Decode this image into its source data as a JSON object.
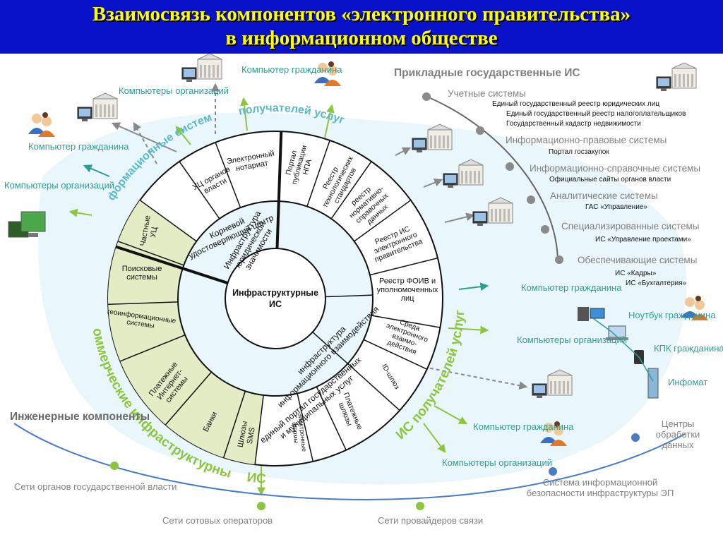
{
  "title_line1": "Взаимосвязь компонентов «электронного правительства»",
  "title_line2": "в информационном обществе",
  "core": {
    "line1": "Инфраструктурные",
    "line2": "ИС"
  },
  "ring2": {
    "root_ca": "Корневой удостоверяющий центр",
    "legal": "Инфраструктура юридической значимости",
    "interaction": "инфраструктура информационного взаимодействия",
    "portal": "единый портал государственных и муниципальных услуг"
  },
  "ring3": {
    "uc_organs": "УЦ органов власти",
    "notary": "Электронный нотариат",
    "npa_portal": "Портал публикации НПА",
    "tech_std": "Реестр технологических стандартов",
    "nsi_reg": "Реестр нормативно-справочных данных",
    "eg_reg": "Реестр ИС электронного правительства",
    "foiv_reg": "Реестр ФОИВ и уполномоченных лиц",
    "env": "Среда электронного взаимодействия",
    "id_gw": "ID-шлюз",
    "pay_gw": "Платежные шлюзы",
    "eforms": "Электронные формы",
    "sms": "Шлюзы SMS",
    "banks": "Банки",
    "pay_sys": "Платежные Интернет-системы",
    "geo": "геоинформационные системы",
    "search": "Поисковые системы",
    "private_uc": "Частные УЦ"
  },
  "arc_labels": {
    "info_systems": "Информационные системы",
    "recipients": "получателей услуг",
    "commercial": "Коммерческие инфраструктурные",
    "is": "ИС",
    "is_recipients": "ИС получателей услуг"
  },
  "applied": {
    "title": "Прикладные государственные ИС",
    "cat1": "Учетные системы",
    "cat1_items": [
      "Единый государственный реестр юридических лиц",
      "Единый государственный реестр налогоплательщиков",
      "Государственный кадастр недвижимости"
    ],
    "cat2": "Информационно-правовые системы",
    "cat2_items": [
      "Портал госзакупок"
    ],
    "cat3": "Информационно-справочные системы",
    "cat3_items": [
      "Официальные сайты органов власти"
    ],
    "cat4": "Аналитические системы",
    "cat4_items": [
      "ГАС «Управление»"
    ],
    "cat5": "Специализированные системы",
    "cat5_items": [
      "ИС «Управление проектами»"
    ],
    "cat6": "Обеспечивающие системы",
    "cat6_items": [
      "ИС «Кадры»",
      "ИС «Бухгалтерия»"
    ]
  },
  "outer": {
    "citizen_pc": "Компьютер гражданина",
    "org_pcs": "Компьютеры организаций",
    "notebook": "Ноутбук гражданина",
    "pda": "КПК гражданина",
    "infomat": "Инфомат"
  },
  "bottom": {
    "engineering": "Инженерные компоненты",
    "gov_networks": "Сети органов государственной власти",
    "cell_operators": "Сети сотовых операторов",
    "providers": "Сети провайдеров связи",
    "security": "Система информационной безопасности инфраструктуры ЭП",
    "dpc": "Центры обработки данных"
  },
  "colors": {
    "header_bg": "#0a12c9",
    "title": "#ffff00",
    "teal": "#2e9d93",
    "green_fill": "#e4ecc6",
    "light_blue": "#e9f6fb",
    "ring_stroke": "#111111",
    "gray_text": "#7f7f7f"
  }
}
